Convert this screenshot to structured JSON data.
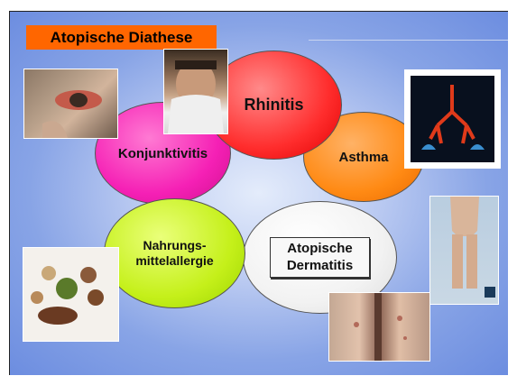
{
  "slide": {
    "title": "Atopische Diathese",
    "colors": {
      "title_bg": "#ff6600",
      "background": "#88a4e6"
    }
  },
  "ellipses": {
    "rhinitis": {
      "label": "Rhinitis",
      "color": "#ff2d2d"
    },
    "konjunktivitis": {
      "label": "Konjunktivitis",
      "color": "#f520b5"
    },
    "asthma": {
      "label": "Asthma",
      "color": "#ff8a14"
    },
    "nahrungsmittelallergie": {
      "line1": "Nahrungs-",
      "line2": "mittelallergie",
      "color": "#c5f01a"
    },
    "dermatitis": {
      "line1": "Atopische",
      "line2": "Dermatitis",
      "color": "#f2f2f2"
    }
  },
  "photos": [
    "eye-photo",
    "sneezing-person-photo",
    "lungs-illustration",
    "child-legs-photo",
    "food-photo",
    "skin-legs-photo"
  ]
}
